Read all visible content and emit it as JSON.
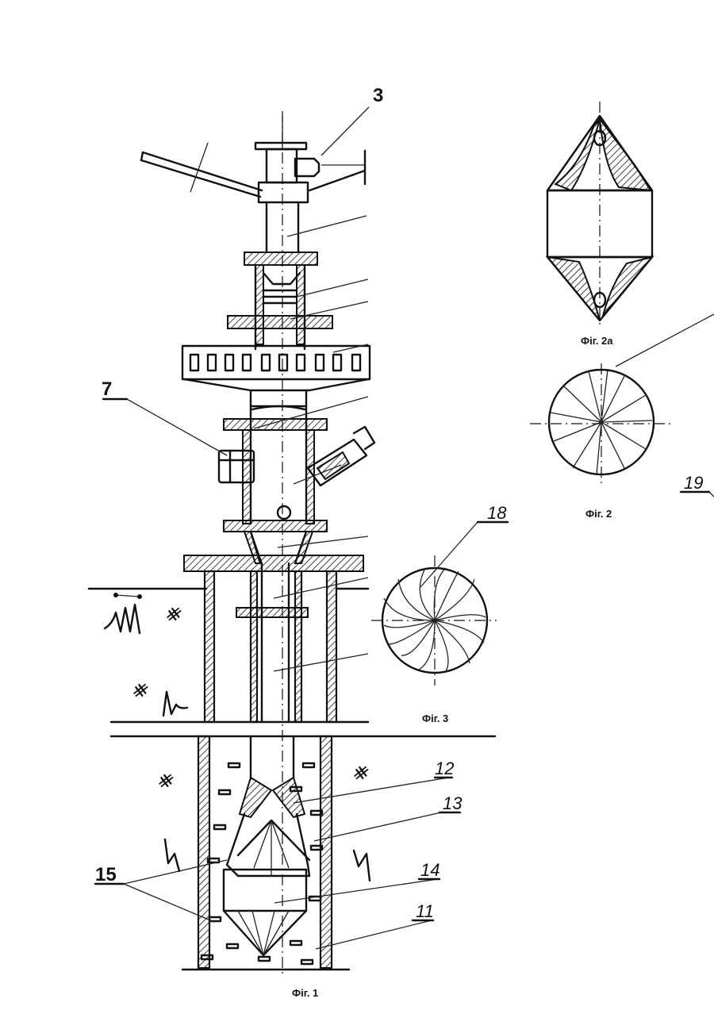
{
  "figures": {
    "fig1": {
      "caption": "Фіг. 1"
    },
    "fig2": {
      "caption": "Фіг. 2"
    },
    "fig2a": {
      "caption": "Фіг. 2а"
    },
    "fig3": {
      "caption": "Фіг. 3"
    }
  },
  "callouts": {
    "c3": "3",
    "c7": "7",
    "c11": "11",
    "c12": "12",
    "c13": "13",
    "c14": "14",
    "c15": "15",
    "c18": "18",
    "c19": "19"
  }
}
